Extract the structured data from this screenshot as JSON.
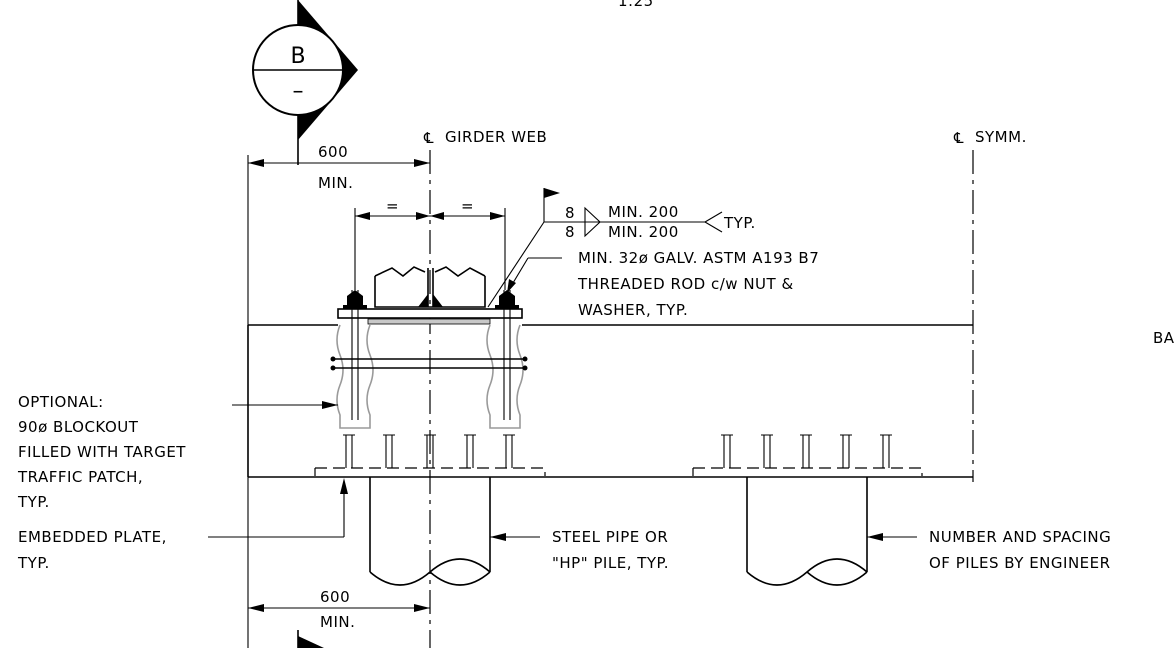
{
  "scale_text": "1:25",
  "section_marker": {
    "letter": "B",
    "sheet": "–"
  },
  "centerlines": {
    "girder_web": "GIRDER WEB",
    "symmetry": "SYMM."
  },
  "dimensions": {
    "top": {
      "value": "600",
      "note": "MIN."
    },
    "bottom": {
      "value": "600",
      "note": "MIN."
    },
    "equal_marks": [
      "=",
      "="
    ]
  },
  "weld": {
    "size_top": "8",
    "size_bottom": "8",
    "length_top": "MIN. 200",
    "length_bottom": "MIN. 200",
    "note": "TYP."
  },
  "labels": {
    "threaded_rod": [
      "MIN. 32ø GALV. ASTM A193 B7",
      "THREADED ROD c/w NUT &",
      "WASHER, TYP."
    ],
    "blockout": [
      "OPTIONAL:",
      "90ø BLOCKOUT",
      "FILLED WITH TARGET",
      "TRAFFIC PATCH,",
      "TYP."
    ],
    "embedded_plate": [
      "EMBEDDED PLATE,",
      "TYP."
    ],
    "pile": [
      "STEEL PIPE OR",
      "\"HP\" PILE, TYP."
    ],
    "piles_spacing": [
      "NUMBER AND SPACING",
      "OF PILES BY ENGINEER"
    ],
    "cut_off": "BA"
  }
}
